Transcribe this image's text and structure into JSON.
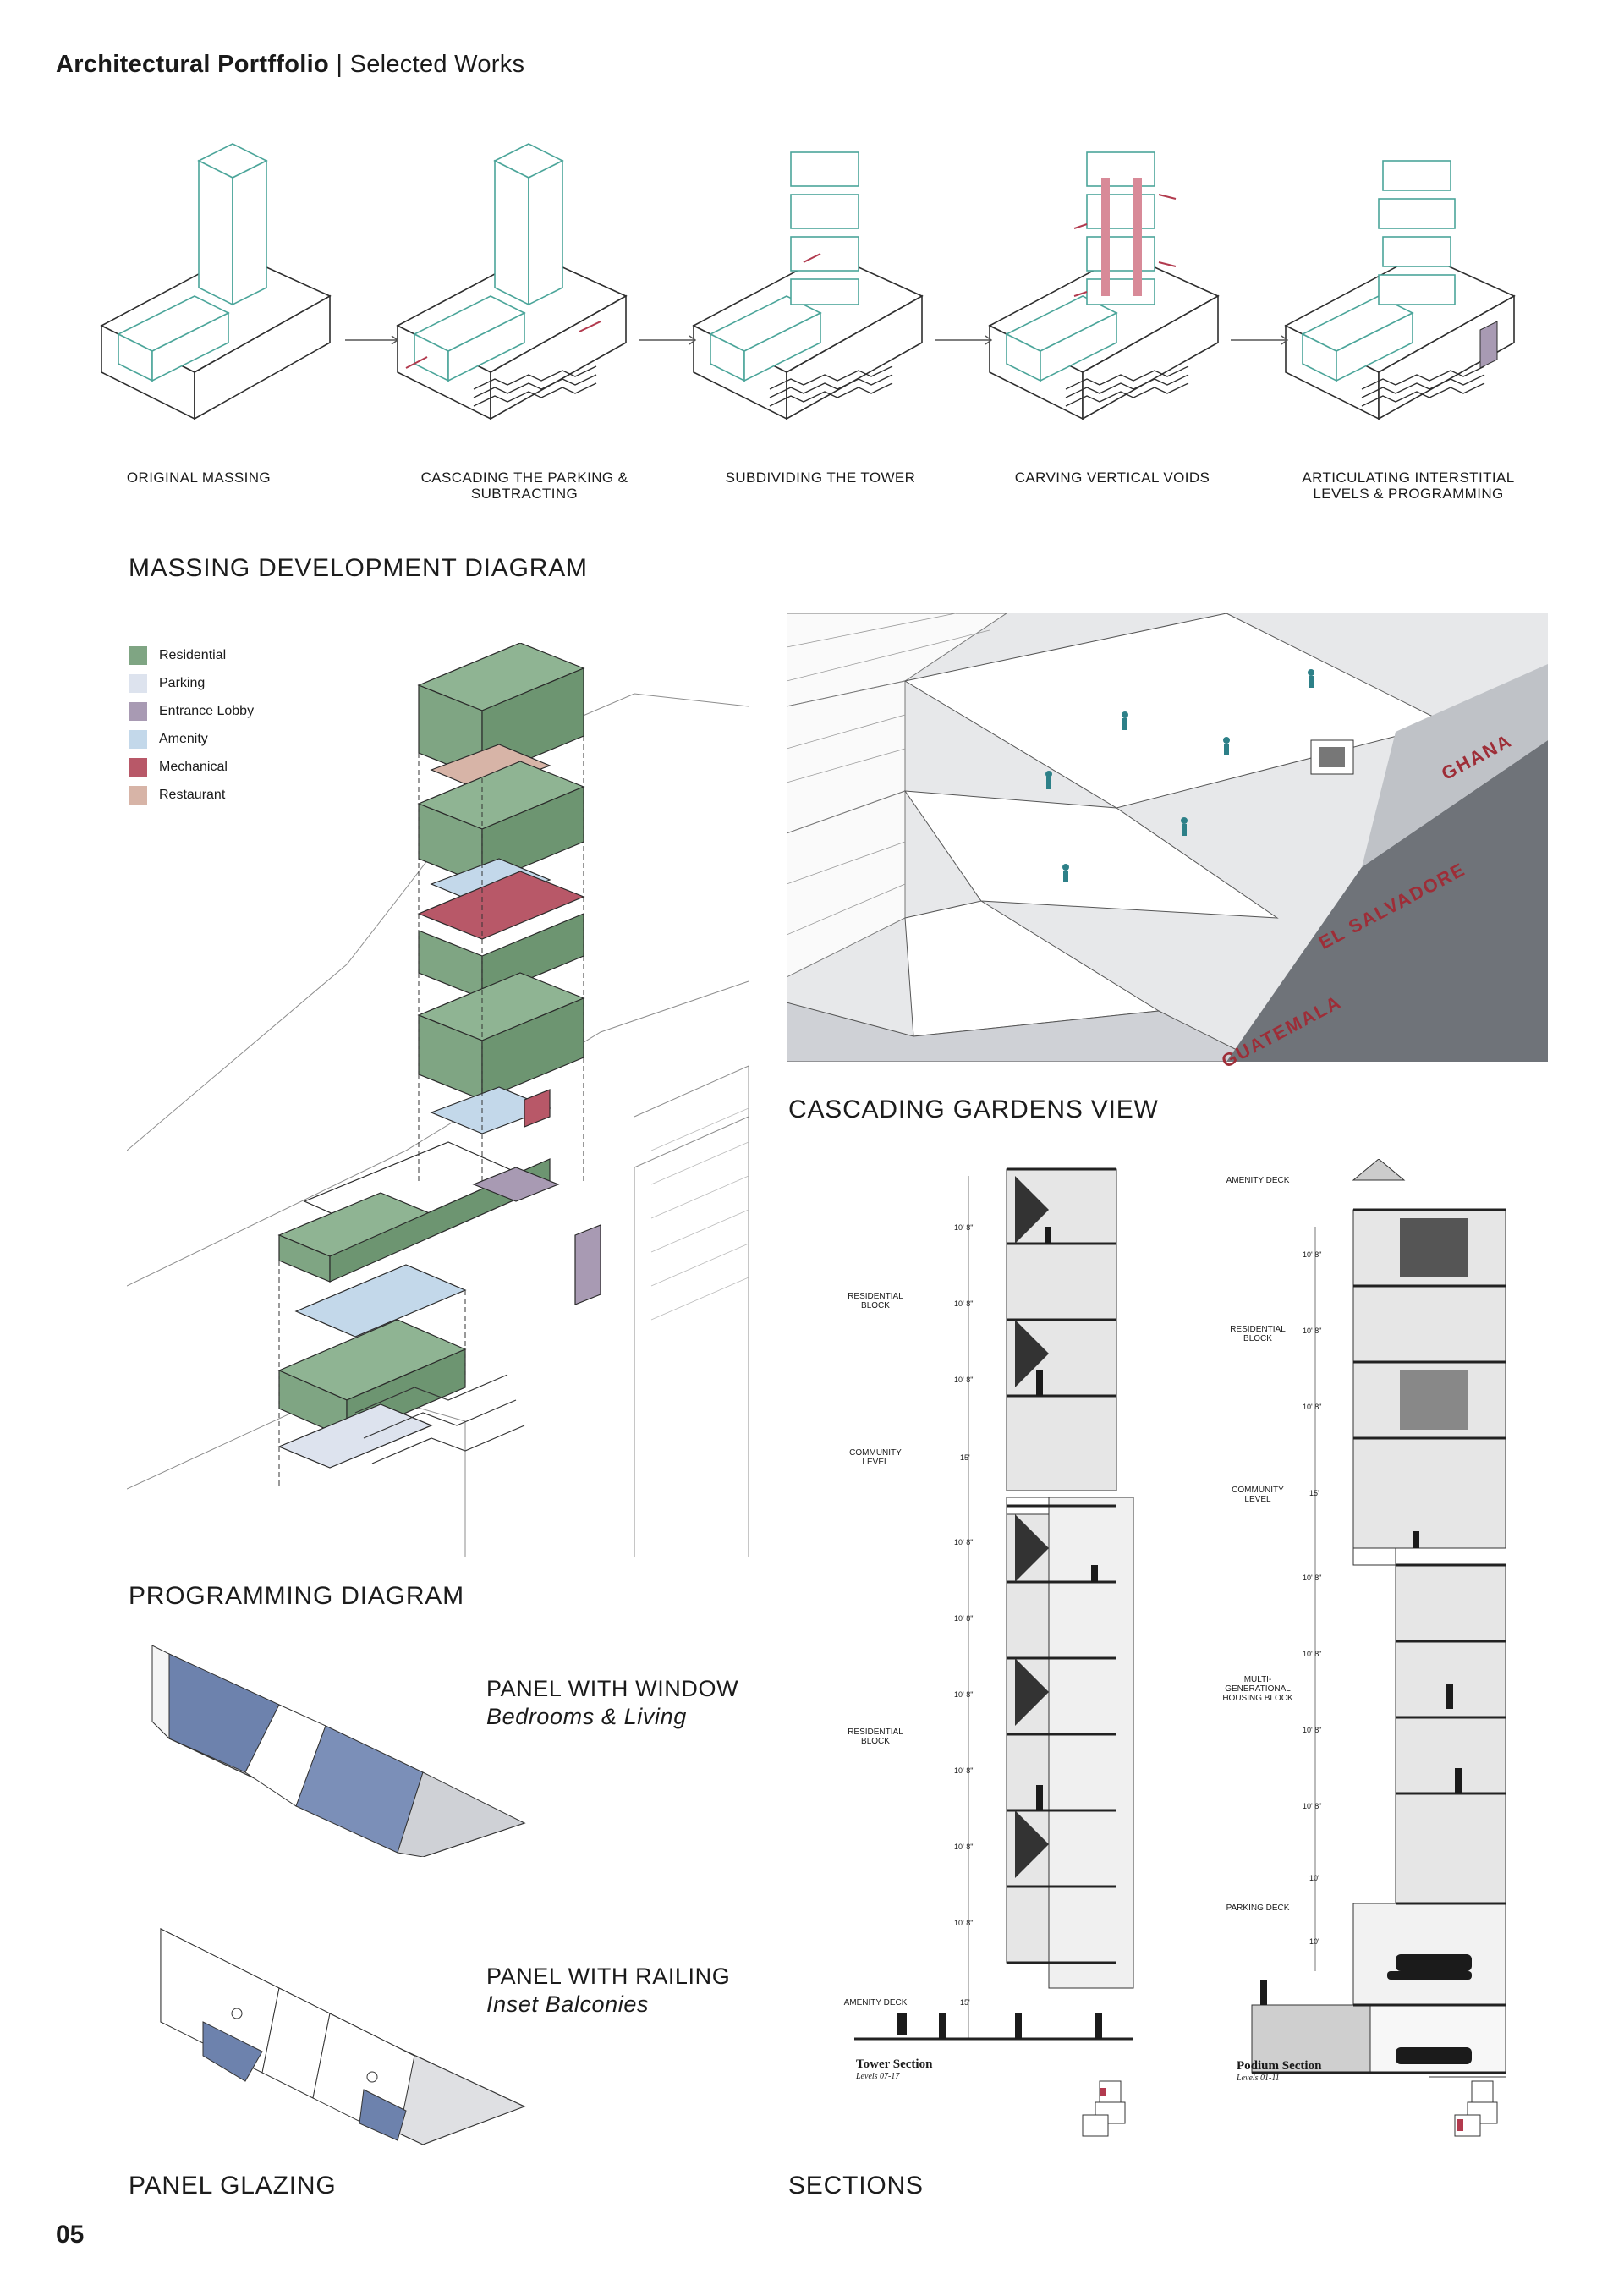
{
  "header": {
    "title_bold": "Architectural Portffolio",
    "separator": "|",
    "title_rest": "Selected Works"
  },
  "massing_steps": [
    {
      "label": "ORIGINAL MASSING"
    },
    {
      "label": "CASCADING THE PARKING & SUBTRACTING"
    },
    {
      "label": "SUBDIVIDING THE TOWER"
    },
    {
      "label": "CARVING VERTICAL VOIDS"
    },
    {
      "label": "ARTICULATING INTERSTITIAL LEVELS & PROGRAMMING"
    }
  ],
  "titles": {
    "massing": "MASSING DEVELOPMENT DIAGRAM",
    "programming": "PROGRAMMING DIAGRAM",
    "gardens": "CASCADING GARDENS VIEW",
    "panel": "PANEL GLAZING",
    "sections": "SECTIONS"
  },
  "legend": [
    {
      "label": "Residential",
      "color": "#7fa583"
    },
    {
      "label": "Parking",
      "color": "#dde3ee"
    },
    {
      "label": "Entrance Lobby",
      "color": "#a89ab3"
    },
    {
      "label": "Amenity",
      "color": "#c3d8ea"
    },
    {
      "label": "Mechanical",
      "color": "#b85868"
    },
    {
      "label": "Restaurant",
      "color": "#d7b4a7"
    }
  ],
  "countries": {
    "ghana": "GHANA",
    "el_salvador": "EL SALVADORE",
    "guatemala": "GUATEMALA"
  },
  "panels": [
    {
      "title": "PANEL WITH WINDOW",
      "subtitle": "Bedrooms & Living"
    },
    {
      "title": "PANEL WITH RAILING",
      "subtitle": "Inset Balconies"
    }
  ],
  "tower_section": {
    "tags": [
      "RESIDENTIAL BLOCK",
      "COMMUNITY LEVEL",
      "RESIDENTIAL BLOCK",
      "AMENITY DECK"
    ],
    "dims": [
      "10' 8\"",
      "10' 8\"",
      "10' 8\"",
      "15'",
      "10' 8\"",
      "10' 8\"",
      "10' 8\"",
      "10' 8\"",
      "10' 8\"",
      "10' 8\"",
      "15'"
    ],
    "caption": "Tower Section",
    "levels": "Levels 07-17"
  },
  "podium_section": {
    "tags": [
      "AMENITY DECK",
      "RESIDENTIAL BLOCK",
      "COMMUNITY LEVEL",
      "MULTI-GENERATIONAL HOUSING BLOCK",
      "PARKING DECK"
    ],
    "dims": [
      "10' 8\"",
      "10' 8\"",
      "10' 8\"",
      "15'",
      "10' 8\"",
      "10' 8\"",
      "10' 8\"",
      "10' 8\"",
      "10'",
      "10'"
    ],
    "caption": "Podium Section",
    "levels": "Levels 01-11"
  },
  "page_number": "05"
}
